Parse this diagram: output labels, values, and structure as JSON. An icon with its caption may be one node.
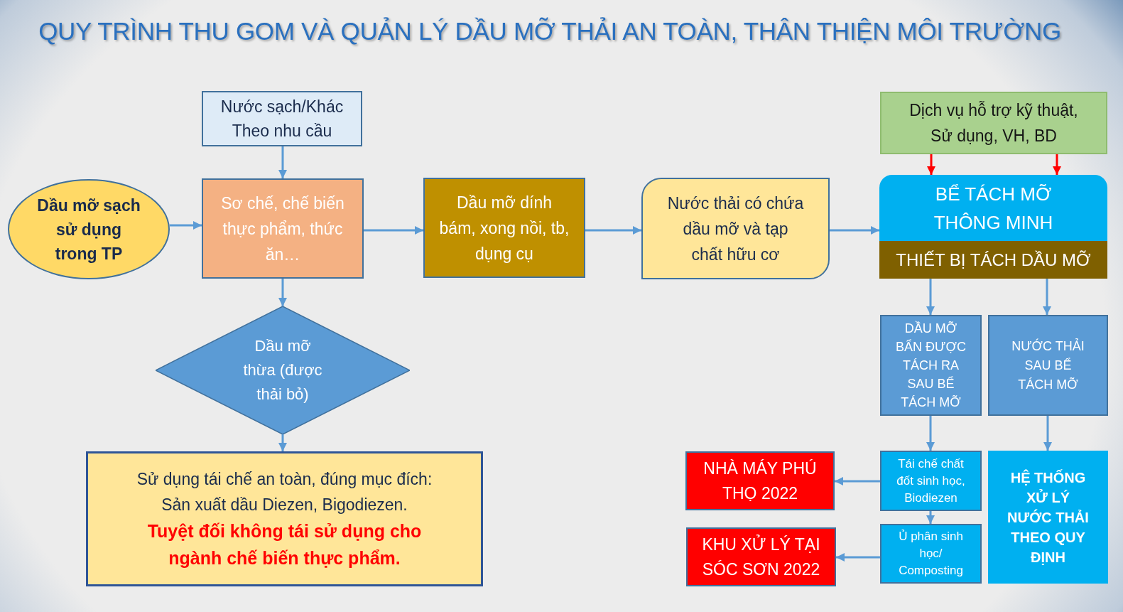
{
  "diagram": {
    "title": "QUY TRÌNH THU GOM VÀ QUẢN LÝ DẦU MỠ THẢI AN TOÀN, THÂN THIỆN MÔI TRƯỜNG",
    "nodes": [
      {
        "text": [
          "Nước sạch/Khác",
          "Theo nhu cầu"
        ]
      },
      {
        "text": [
          "Dịch vụ hỗ trợ kỹ thuật, Sử dụng, VH, BD"
        ]
      },
      {
        "text": [
          "Dầu mỡ sạch sử dụng trong TP"
        ]
      },
      {
        "text": [
          "Sơ chế, chế biến thực phẩm, thức ăn…"
        ]
      },
      {
        "text": [
          "Dầu mỡ dính bám, xong nồi, tb, dụng cụ"
        ]
      },
      {
        "text": [
          "Nước thải có chứa dầu mỡ và tạp chất hữu cơ"
        ]
      },
      {
        "text": [
          "BỂ TÁCH MỠ THÔNG MINH"
        ]
      },
      {
        "text": [
          "THIẾT BỊ TÁCH DẦU MỠ"
        ]
      },
      {
        "text": [
          "DẦU MỠ BẨN ĐƯỢC TÁCH RA SAU BỂ TÁCH MỠ"
        ]
      },
      {
        "text": [
          "NƯỚC THẢI SAU BỂ TÁCH MỠ"
        ]
      },
      {
        "text": [
          "Dầu mỡ thừa (được thải bỏ)"
        ]
      },
      {
        "text": [
          "Sử dụng tái chế an toàn, đúng mục đích:",
          "Sản xuất dầu Diezen, Bigodiezen.",
          "Tuyệt đối không tái sử dụng cho ngành chế biến thực phẩm."
        ]
      },
      {
        "text": [
          "NHÀ MÁY PHÚ THỌ 2022"
        ]
      },
      {
        "text": [
          "Tái chế chất đốt sinh học, Biodiezen"
        ]
      },
      {
        "text": [
          "HỆ THỐNG XỬ LÝ NƯỚC THẢI THEO QUY ĐỊNH"
        ]
      },
      {
        "text": [
          "KHU XỬ LÝ TẠI SÓC SƠN 2022"
        ]
      },
      {
        "text": [
          "Ủ phân sinh học/ Composting"
        ]
      }
    ],
    "edges": [
      {
        "from": 0,
        "to": 3,
        "arrow": "to"
      },
      {
        "from": 2,
        "to": 3,
        "arrow": "to"
      },
      {
        "from": 3,
        "to": 4,
        "arrow": "to"
      },
      {
        "from": 4,
        "to": 5,
        "arrow": "to"
      },
      {
        "from": 5,
        "to": 6,
        "arrow": "to"
      },
      {
        "from": 1,
        "to": 6,
        "arrow": "to",
        "color": "#ff0000"
      },
      {
        "from": 1,
        "to": 6,
        "arrow": "to",
        "color": "#ff0000"
      },
      {
        "from": 7,
        "to": 8,
        "arrow": "to"
      },
      {
        "from": 7,
        "to": 9,
        "arrow": "to"
      },
      {
        "from": 3,
        "to": 10,
        "arrow": "to"
      },
      {
        "from": 10,
        "to": 11,
        "arrow": "to"
      },
      {
        "from": 8,
        "to": 13,
        "arrow": "to"
      },
      {
        "from": 9,
        "to": 14,
        "arrow": "to"
      },
      {
        "from": 13,
        "to": 16,
        "arrow": "to"
      },
      {
        "from": 13,
        "to": 12,
        "arrow": "to"
      },
      {
        "from": 16,
        "to": 15,
        "arrow": "to"
      }
    ]
  }
}
